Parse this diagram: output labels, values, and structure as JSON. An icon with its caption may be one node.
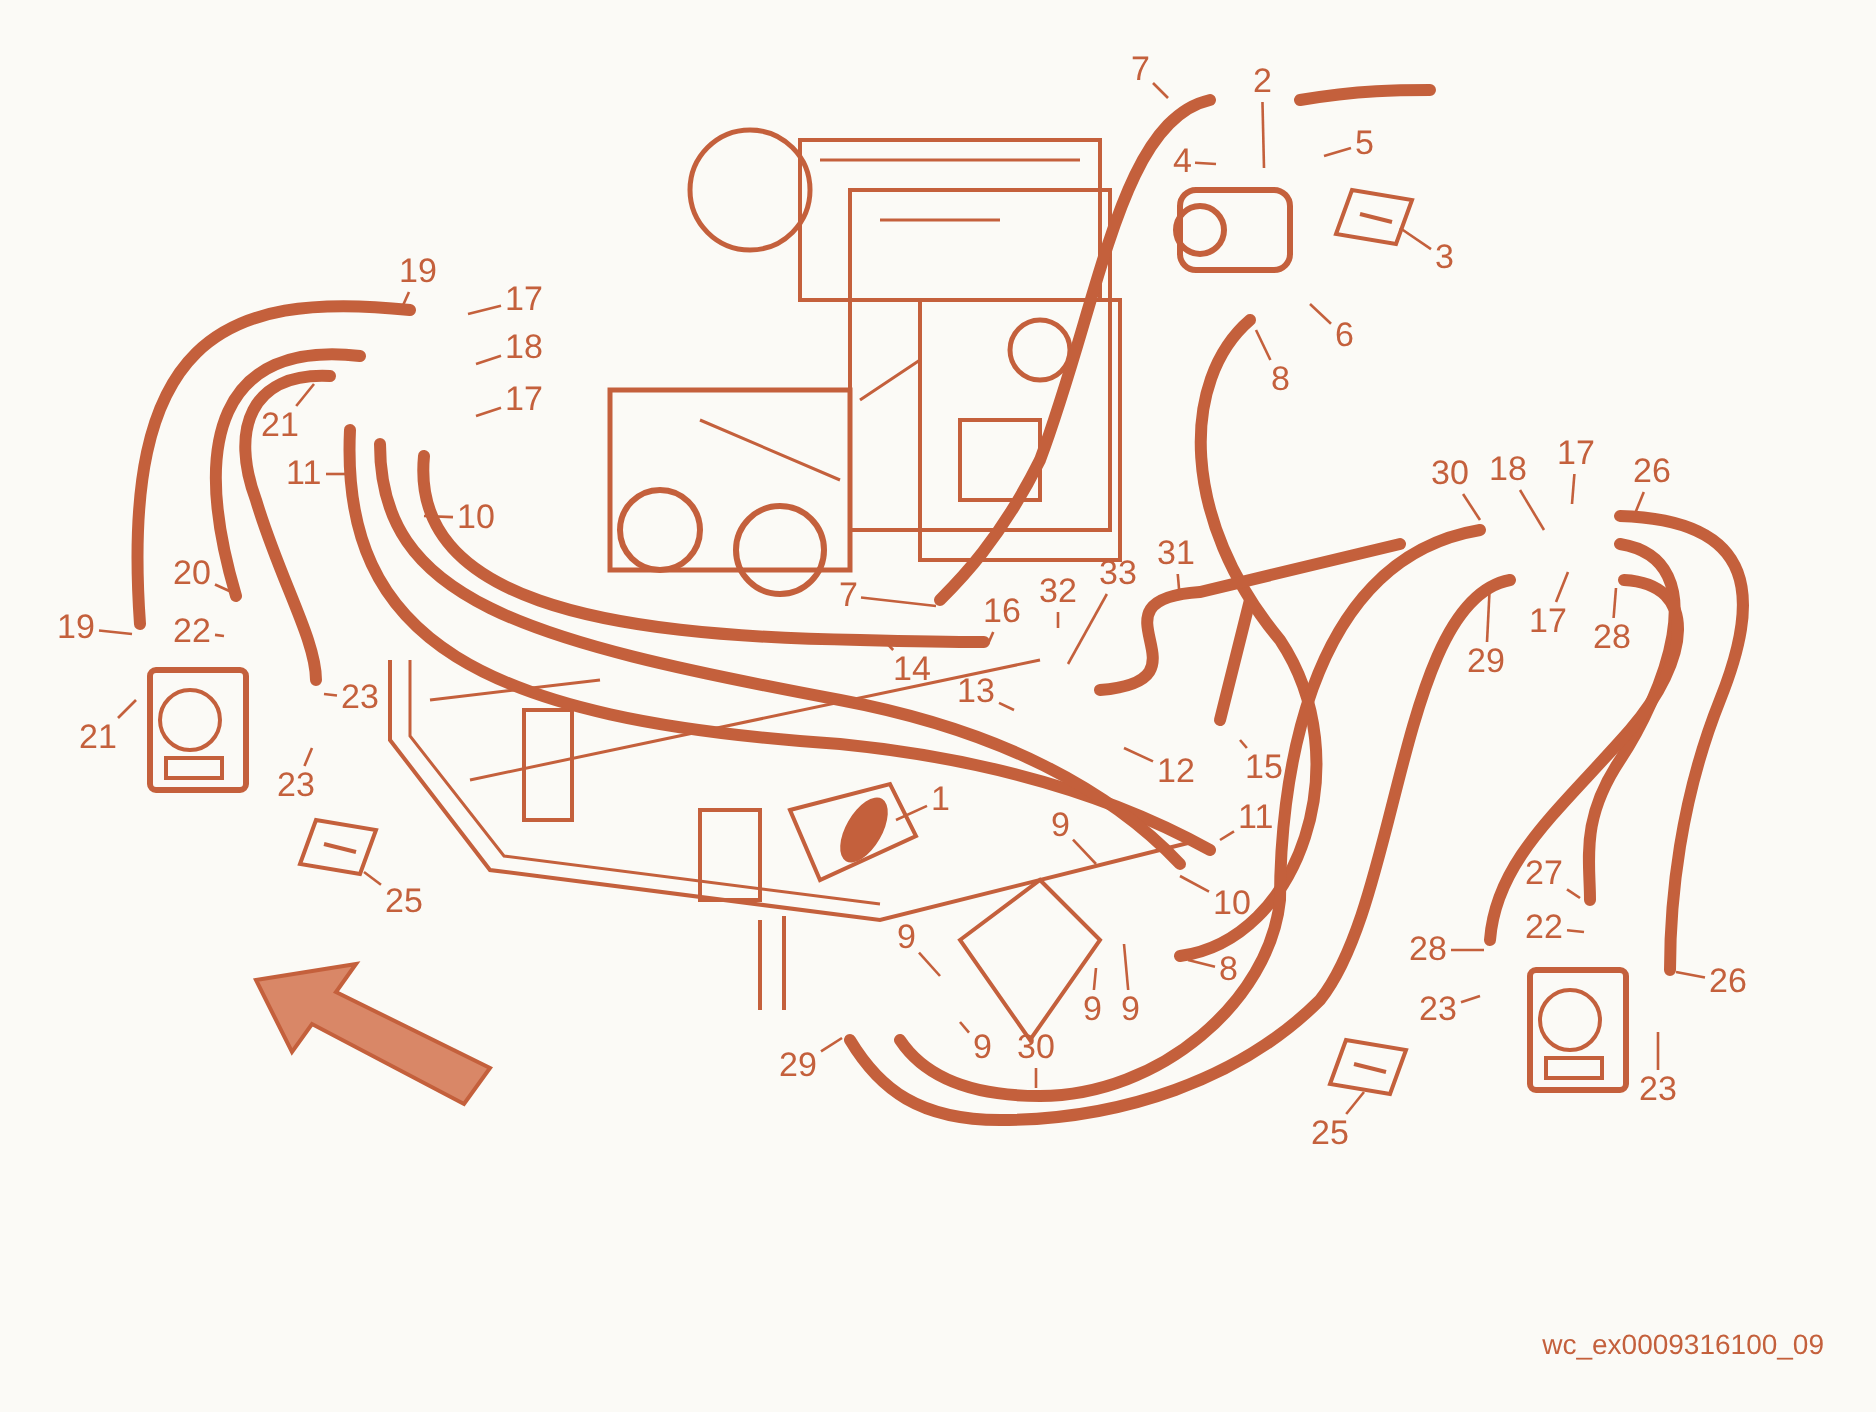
{
  "diagram": {
    "nodes": [
      {
        "text": [
          "7"
        ]
      },
      {
        "text": [
          "2"
        ]
      },
      {
        "text": [
          "5"
        ]
      },
      {
        "text": [
          "4"
        ]
      },
      {
        "text": [
          "3"
        ]
      },
      {
        "text": [
          "19"
        ]
      },
      {
        "text": [
          "17"
        ]
      },
      {
        "text": [
          "6"
        ]
      },
      {
        "text": [
          "18"
        ]
      },
      {
        "text": [
          "8"
        ]
      },
      {
        "text": [
          "17"
        ]
      },
      {
        "text": [
          "21"
        ]
      },
      {
        "text": [
          "17"
        ]
      },
      {
        "text": [
          "18"
        ]
      },
      {
        "text": [
          "26"
        ]
      },
      {
        "text": [
          "30"
        ]
      },
      {
        "text": [
          "11"
        ]
      },
      {
        "text": [
          "10"
        ]
      },
      {
        "text": [
          "31"
        ]
      },
      {
        "text": [
          "33"
        ]
      },
      {
        "text": [
          "20"
        ]
      },
      {
        "text": [
          "32"
        ]
      },
      {
        "text": [
          "7"
        ]
      },
      {
        "text": [
          "16"
        ]
      },
      {
        "text": [
          "17"
        ]
      },
      {
        "text": [
          "28"
        ]
      },
      {
        "text": [
          "19"
        ]
      },
      {
        "text": [
          "22"
        ]
      },
      {
        "text": [
          "29"
        ]
      },
      {
        "text": [
          "14"
        ]
      },
      {
        "text": [
          "13"
        ]
      },
      {
        "text": [
          "21"
        ]
      },
      {
        "text": [
          "23"
        ]
      },
      {
        "text": [
          "15"
        ]
      },
      {
        "text": [
          "12"
        ]
      },
      {
        "text": [
          "23"
        ]
      },
      {
        "text": [
          "1"
        ]
      },
      {
        "text": [
          "11"
        ]
      },
      {
        "text": [
          "9"
        ]
      },
      {
        "text": [
          "27"
        ]
      },
      {
        "text": [
          "25"
        ]
      },
      {
        "text": [
          "10"
        ]
      },
      {
        "text": [
          "22"
        ]
      },
      {
        "text": [
          "9"
        ]
      },
      {
        "text": [
          "28"
        ]
      },
      {
        "text": [
          "8"
        ]
      },
      {
        "text": [
          "26"
        ]
      },
      {
        "text": [
          "9"
        ]
      },
      {
        "text": [
          "9"
        ]
      },
      {
        "text": [
          "23"
        ]
      },
      {
        "text": [
          "9"
        ]
      },
      {
        "text": [
          "30"
        ]
      },
      {
        "text": [
          "29"
        ]
      },
      {
        "text": [
          "23"
        ]
      },
      {
        "text": [
          "25"
        ]
      }
    ],
    "edges": [
      {
        "from": 0,
        "to": null,
        "arrow": "none"
      },
      {
        "from": 1,
        "to": null,
        "arrow": "none"
      },
      {
        "from": 2,
        "to": null,
        "arrow": "none"
      },
      {
        "from": 3,
        "to": null,
        "arrow": "none"
      },
      {
        "from": 4,
        "to": null,
        "arrow": "none"
      },
      {
        "from": 5,
        "to": null,
        "arrow": "none"
      },
      {
        "from": 6,
        "to": null,
        "arrow": "none"
      },
      {
        "from": 7,
        "to": null,
        "arrow": "none"
      },
      {
        "from": 8,
        "to": null,
        "arrow": "none"
      },
      {
        "from": 9,
        "to": null,
        "arrow": "none"
      },
      {
        "from": 10,
        "to": null,
        "arrow": "none"
      },
      {
        "from": 11,
        "to": null,
        "arrow": "none"
      },
      {
        "from": 12,
        "to": null,
        "arrow": "none"
      },
      {
        "from": 13,
        "to": null,
        "arrow": "none"
      },
      {
        "from": 14,
        "to": null,
        "arrow": "none"
      },
      {
        "from": 15,
        "to": null,
        "arrow": "none"
      },
      {
        "from": 16,
        "to": null,
        "arrow": "none"
      },
      {
        "from": 17,
        "to": null,
        "arrow": "none"
      },
      {
        "from": 18,
        "to": null,
        "arrow": "none"
      },
      {
        "from": 19,
        "to": null,
        "arrow": "none"
      },
      {
        "from": 20,
        "to": null,
        "arrow": "none"
      },
      {
        "from": 21,
        "to": null,
        "arrow": "none"
      },
      {
        "from": 22,
        "to": null,
        "arrow": "none"
      },
      {
        "from": 23,
        "to": null,
        "arrow": "none"
      },
      {
        "from": 24,
        "to": null,
        "arrow": "none"
      },
      {
        "from": 25,
        "to": null,
        "arrow": "none"
      },
      {
        "from": 26,
        "to": null,
        "arrow": "none"
      },
      {
        "from": 27,
        "to": null,
        "arrow": "none"
      },
      {
        "from": 28,
        "to": null,
        "arrow": "none"
      },
      {
        "from": 29,
        "to": null,
        "arrow": "none"
      },
      {
        "from": 30,
        "to": null,
        "arrow": "none"
      },
      {
        "from": 31,
        "to": null,
        "arrow": "none"
      },
      {
        "from": 32,
        "to": null,
        "arrow": "none"
      },
      {
        "from": 33,
        "to": null,
        "arrow": "none"
      },
      {
        "from": 34,
        "to": null,
        "arrow": "none"
      },
      {
        "from": 35,
        "to": null,
        "arrow": "none"
      },
      {
        "from": 36,
        "to": null,
        "arrow": "none"
      },
      {
        "from": 37,
        "to": null,
        "arrow": "none"
      },
      {
        "from": 38,
        "to": null,
        "arrow": "none"
      },
      {
        "from": 39,
        "to": null,
        "arrow": "none"
      },
      {
        "from": 40,
        "to": null,
        "arrow": "none"
      },
      {
        "from": 41,
        "to": null,
        "arrow": "none"
      },
      {
        "from": 42,
        "to": null,
        "arrow": "none"
      },
      {
        "from": 43,
        "to": null,
        "arrow": "none"
      },
      {
        "from": 44,
        "to": null,
        "arrow": "none"
      },
      {
        "from": 45,
        "to": null,
        "arrow": "none"
      },
      {
        "from": 46,
        "to": null,
        "arrow": "none"
      },
      {
        "from": 47,
        "to": null,
        "arrow": "none"
      },
      {
        "from": 48,
        "to": null,
        "arrow": "none"
      },
      {
        "from": 49,
        "to": null,
        "arrow": "none"
      },
      {
        "from": 50,
        "to": null,
        "arrow": "none"
      },
      {
        "from": 51,
        "to": null,
        "arrow": "none"
      },
      {
        "from": 52,
        "to": null,
        "arrow": "none"
      },
      {
        "from": 53,
        "to": null,
        "arrow": "none"
      },
      {
        "from": 54,
        "to": null,
        "arrow": "none"
      }
    ],
    "labels": [
      "wc_ex0009316100_09"
    ]
  }
}
